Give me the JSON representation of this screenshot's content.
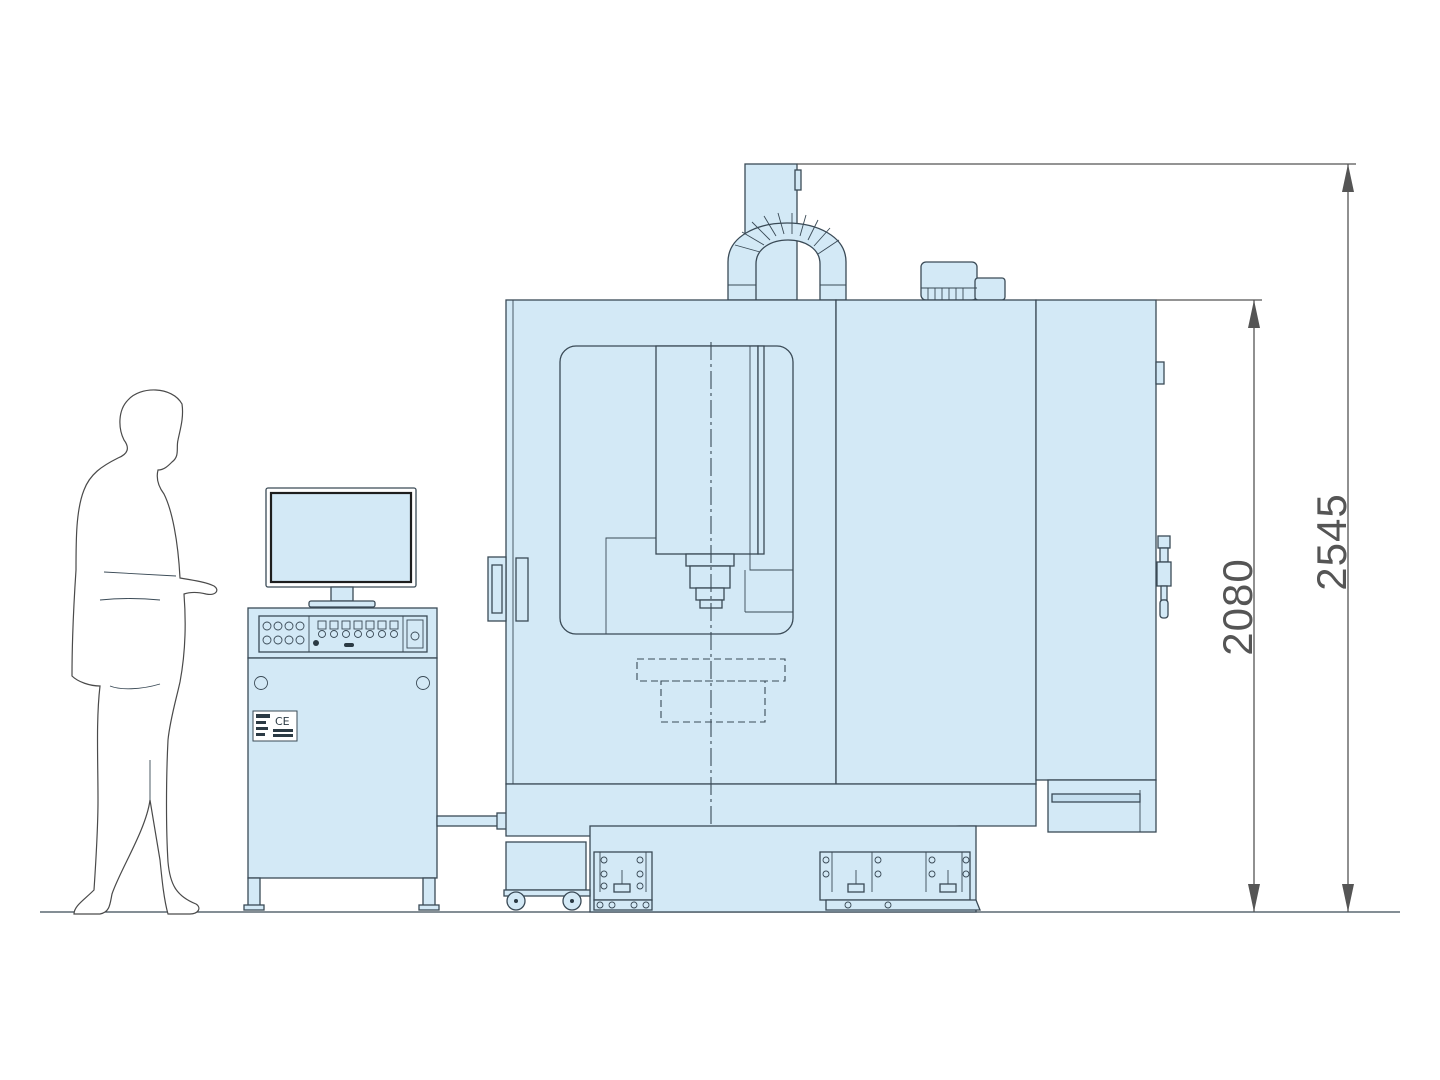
{
  "dimensions": {
    "overall_height": "2545",
    "cabinet_height": "2080"
  },
  "labels": {
    "ce_mark": "CE"
  },
  "colors": {
    "machine_fill": "#d3e9f6",
    "machine_fill_secondary": "#c5dfef",
    "outline": "#3a4a56",
    "dimension": "#555555"
  },
  "icons": {
    "operator": "human-silhouette",
    "control_console": "cnc-console",
    "machine": "vertical-machining-center"
  }
}
